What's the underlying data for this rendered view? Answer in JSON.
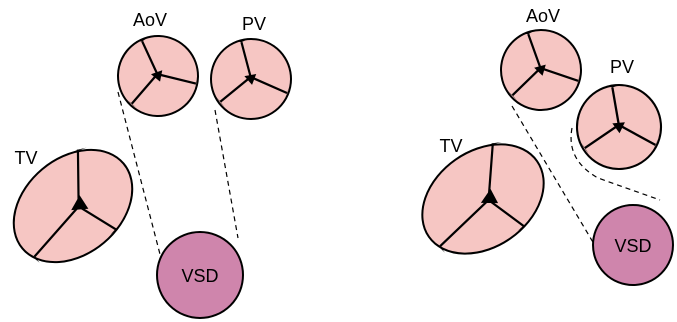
{
  "colors": {
    "leaflet": "#f6c6c3",
    "vsd": "#cf85ac",
    "outline": "#000000",
    "background": "#ffffff"
  },
  "panels": [
    {
      "labels": {
        "aov": "AoV",
        "pv": "PV",
        "tv": "TV",
        "vsd": "VSD"
      }
    },
    {
      "labels": {
        "aov": "AoV",
        "pv": "PV",
        "tv": "TV",
        "vsd": "VSD"
      }
    }
  ]
}
